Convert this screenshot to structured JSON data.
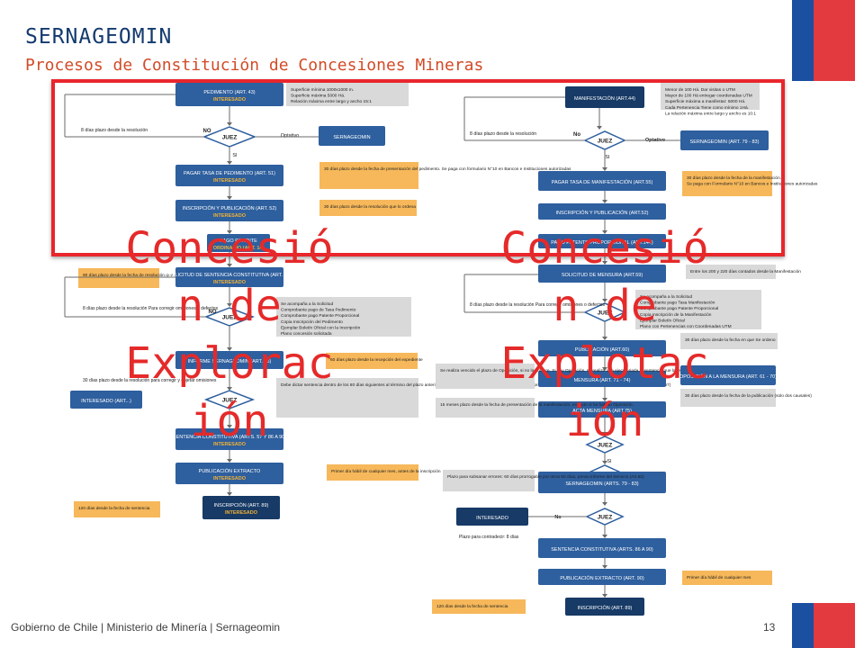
{
  "header": {
    "title": "SERNAGEOMIN",
    "subtitle": "Procesos de Constitución de Concesiones Mineras"
  },
  "footer": {
    "text": "Gobierno de Chile | Ministerio de Minería | Sernageomin",
    "page": "13"
  },
  "colors": {
    "box_blue": "#2e5f9e",
    "box_navy": "#173a66",
    "note_orange": "#f6b85a",
    "note_gray": "#d9d9d9",
    "accent_red": "#e52a2a",
    "flag_blue": "#1b4fa0",
    "flag_red": "#e23a3f"
  },
  "overlay": {
    "left": [
      "Concesió",
      "n de",
      "Explorac",
      "ión"
    ],
    "right": [
      "Concesió",
      "n de",
      "Explotac",
      "ión"
    ]
  },
  "left_flow": {
    "boxes": [
      {
        "label": "PEDIMENTO (ART. 43)",
        "sub": "INTERESADO"
      },
      {
        "label": "SERNAGEOMIN",
        "sub": ""
      },
      {
        "label": "PAGAR TASA DE PEDIMENTO (ART. 51)",
        "sub": "INTERESADO"
      },
      {
        "label": "INSCRIPCIÓN Y PUBLICACIÓN (ART. 52)",
        "sub": "INTERESADO"
      },
      {
        "label": "PAGO PATENTE",
        "sub": "ORDINARIO (ART. 14)"
      },
      {
        "label": "SOLICITUD DE SENTENCIA CONSTITUTIVA (ART. 55)",
        "sub": "INTERESADO"
      },
      {
        "label": "INFORME SERNAGEOMIN (ART. 55)",
        "sub": ""
      },
      {
        "label": "INTERESADO (ART...)",
        "sub": ""
      },
      {
        "label": "SENTENCIA CONSTITUTIVA (ARTS. 57 Y 86 A 90)",
        "sub": "INTERESADO"
      },
      {
        "label": "PUBLICACIÓN EXTRACTO",
        "sub": "INTERESADO"
      },
      {
        "label": "INSCRIPCIÓN (ART. 89)",
        "sub": "INTERESADO"
      }
    ],
    "decisions": [
      "JUEZ",
      "JUEZ",
      "JUEZ"
    ],
    "labels": {
      "no": "NO",
      "si": "SI",
      "optativo": "Optativo"
    },
    "side_notes": [
      "8 días plazo desde la resolución",
      "90 días plazo desde la fecha de resolución que ordena inscribir y publicar",
      "8 días plazo desde la resolución Para corregir omisiones o defectos",
      "30 días plazo desde la resolución para corregir y objetar omisiones",
      "120 días desde la fecha de sentencia"
    ],
    "notes": [
      [
        "Superficie mínima 1000x1000 m.",
        "Superficie máxima 5000 Há.",
        "Relación máxima entre largo y ancho 15:1"
      ],
      [
        "30 días plazo desde la fecha de presentación del pedimento. Se paga con formulario N°10 en Bancos e Instituciones autorizadas"
      ],
      [
        "30 días plazo desde la resolución que lo ordena"
      ],
      [
        "Se acompaña a la Solicitud",
        "Comprobante pago de Tasa Pedimento",
        "Comprobante pago Patente Proporcional",
        "Copia Inscripción del Pedimento",
        "Ejemplar Boletín Oficial con la Inscripción",
        "Plano concesión solicitada"
      ],
      [
        "60 días plazo desde la recepción del expediente"
      ],
      [
        "Debe dictar sentencia dentro de los 60 días siguientes al término del plazo anterior. En caso contrario, el interesado deberá requerir pronunciamiento en el plazo de 15 días, so pena de caducidad (Art. 57)"
      ],
      [
        "Primer día hábil de cualquier mes, antes de la inscripción"
      ]
    ]
  },
  "right_flow": {
    "boxes": [
      {
        "label": "MANIFESTACIÓN (ART.44)"
      },
      {
        "label": "SERNAGEOMIN (ART. 79 - 83)"
      },
      {
        "label": "PAGAR TASA DE MANIFESTACIÓN (ART.55)"
      },
      {
        "label": "INSCRIPCIÓN Y PUBLICACIÓN (ART.52)"
      },
      {
        "label": "PAGO PATENTE PROPORCIONAL (ART.144)"
      },
      {
        "label": "SOLICITUD DE MENSURA (ART.59)"
      },
      {
        "label": "PUBLICACIÓN (ART.60)"
      },
      {
        "label": "MENSURA (ART. 71 - 74)"
      },
      {
        "label": "OPOSICIÓN A LA MENSURA (ART. 61 - 70)"
      },
      {
        "label": "ACTA MENSURA (ART.75)"
      },
      {
        "label": "SERNAGEOMIN (ARTS. 79 - 83)"
      },
      {
        "label": "INTERESADO"
      },
      {
        "label": "SENTENCIA CONSTITUTIVA (ARTS. 86 A 90)"
      },
      {
        "label": "PUBLICACIÓN EXTRACTO (ART. 90)"
      },
      {
        "label": "INSCRIPCIÓN (ART. 89)"
      }
    ],
    "decisions": [
      "JUEZ",
      "JUEZ",
      "JUEZ",
      "JUEZ"
    ],
    "labels": {
      "no": "No",
      "si": "SI",
      "optativo": "Optativo"
    },
    "side_notes": [
      "8 días plazo desde la resolución",
      "8 días plazo desde la resolución Para corregir omisiones o defectos",
      "Plazo para subsanar errores: 60 días prorrogable por otros 60 días, previo informe del Servicio (Art.82)",
      "Plazo para contradecir: 8 días",
      "120 días desde la fecha de sentencia"
    ],
    "notes": [
      [
        "Menor de 100 Há. Dar visitas o UTM",
        "Mayor de 100 Há entregar coordenadas UTM",
        "Superficie máxima a manifestar: 5000 Há.",
        "Cada Pertenencia Tiene como mínimo 1Há.",
        "La relación máxima entre largo y ancho es 10:1"
      ],
      [
        "30 días plazo desde la fecha de la manifestación.",
        "Se paga con Formulario N°10 en Bancos e Instituciones autorizadas"
      ],
      [
        "Entre los 200 y 220 días contados desde la Manifestación"
      ],
      [
        "Se acompaña a la Solicitud",
        "Comprobante pago Tasa Manifestación",
        "Comprobante pago Patente Proporcional",
        "Copia Inscripción de la Manifestación",
        "Ejemplar Boletín Oficial",
        "Plano con Pertenencias con Coordenadas UTM"
      ],
      [
        "30 días plazo desde la fecha en que Se ordeno"
      ],
      [
        "Se realiza vencido el plazo de Oposición, si no la hubiere. Si hay Oposición, se realiza una ejecutoriada la sentencia que la resuelve"
      ],
      [
        "30 días plazo desde la fecha de la publicación (solo dos causales)"
      ],
      [
        "15 meses plazo desde la fecha de presentación de la manifestación, excepto si ha habido Oposición."
      ],
      [
        "Primer día hábil de cualquier mes"
      ]
    ]
  }
}
